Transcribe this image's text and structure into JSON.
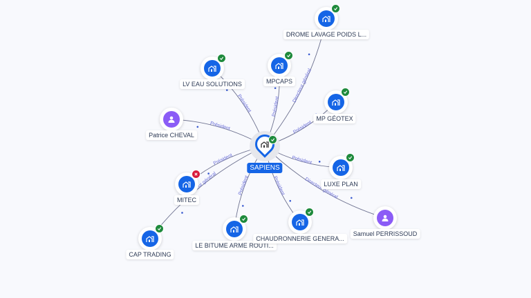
{
  "center": {
    "name": "SAPIENS",
    "type": "company",
    "status": "active"
  },
  "nodes": [
    {
      "id": "drome",
      "name": "DROME LAVAGE POIDS L...",
      "type": "company",
      "status": "active",
      "relation": "Directeur général"
    },
    {
      "id": "lveau",
      "name": "LV EAU SOLUTIONS",
      "type": "company",
      "status": "active",
      "relation": "Président"
    },
    {
      "id": "mpcaps",
      "name": "MPCAPS",
      "type": "company",
      "status": "active",
      "relation": "Président"
    },
    {
      "id": "mpgeotex",
      "name": "MP GÉOTEX",
      "type": "company",
      "status": "active",
      "relation": "Président"
    },
    {
      "id": "patrice",
      "name": "Patrice CHEVAL",
      "type": "person",
      "relation": "Président"
    },
    {
      "id": "luxeplan",
      "name": "LUXE PLAN",
      "type": "company",
      "status": "active",
      "relation": "Président"
    },
    {
      "id": "mitec",
      "name": "MITEC",
      "type": "company",
      "status": "closed",
      "relation": "Président"
    },
    {
      "id": "samuel",
      "name": "Samuel PERRISSOUD",
      "type": "person",
      "relation": "Directeur général"
    },
    {
      "id": "captrading",
      "name": "CAP TRADING",
      "type": "company",
      "status": "active",
      "relation": "Directeur général"
    },
    {
      "id": "bitume",
      "name": "LE BITUME ARME ROUTI...",
      "type": "company",
      "status": "active",
      "relation": "Président"
    },
    {
      "id": "chaudronnerie",
      "name": "CHAUDRONNERIE GENERA...",
      "type": "company",
      "status": "active",
      "relation": "Président"
    }
  ],
  "icons": {
    "company": "building-icon",
    "person": "person-icon",
    "active": "check-icon",
    "closed": "close-icon"
  },
  "colors": {
    "company": "#1565e6",
    "person": "#8b5cf6",
    "active": "#1e8a3c",
    "closed": "#d81b3c",
    "edge": "#6e7290",
    "edge_label": "#6b6fd8"
  }
}
